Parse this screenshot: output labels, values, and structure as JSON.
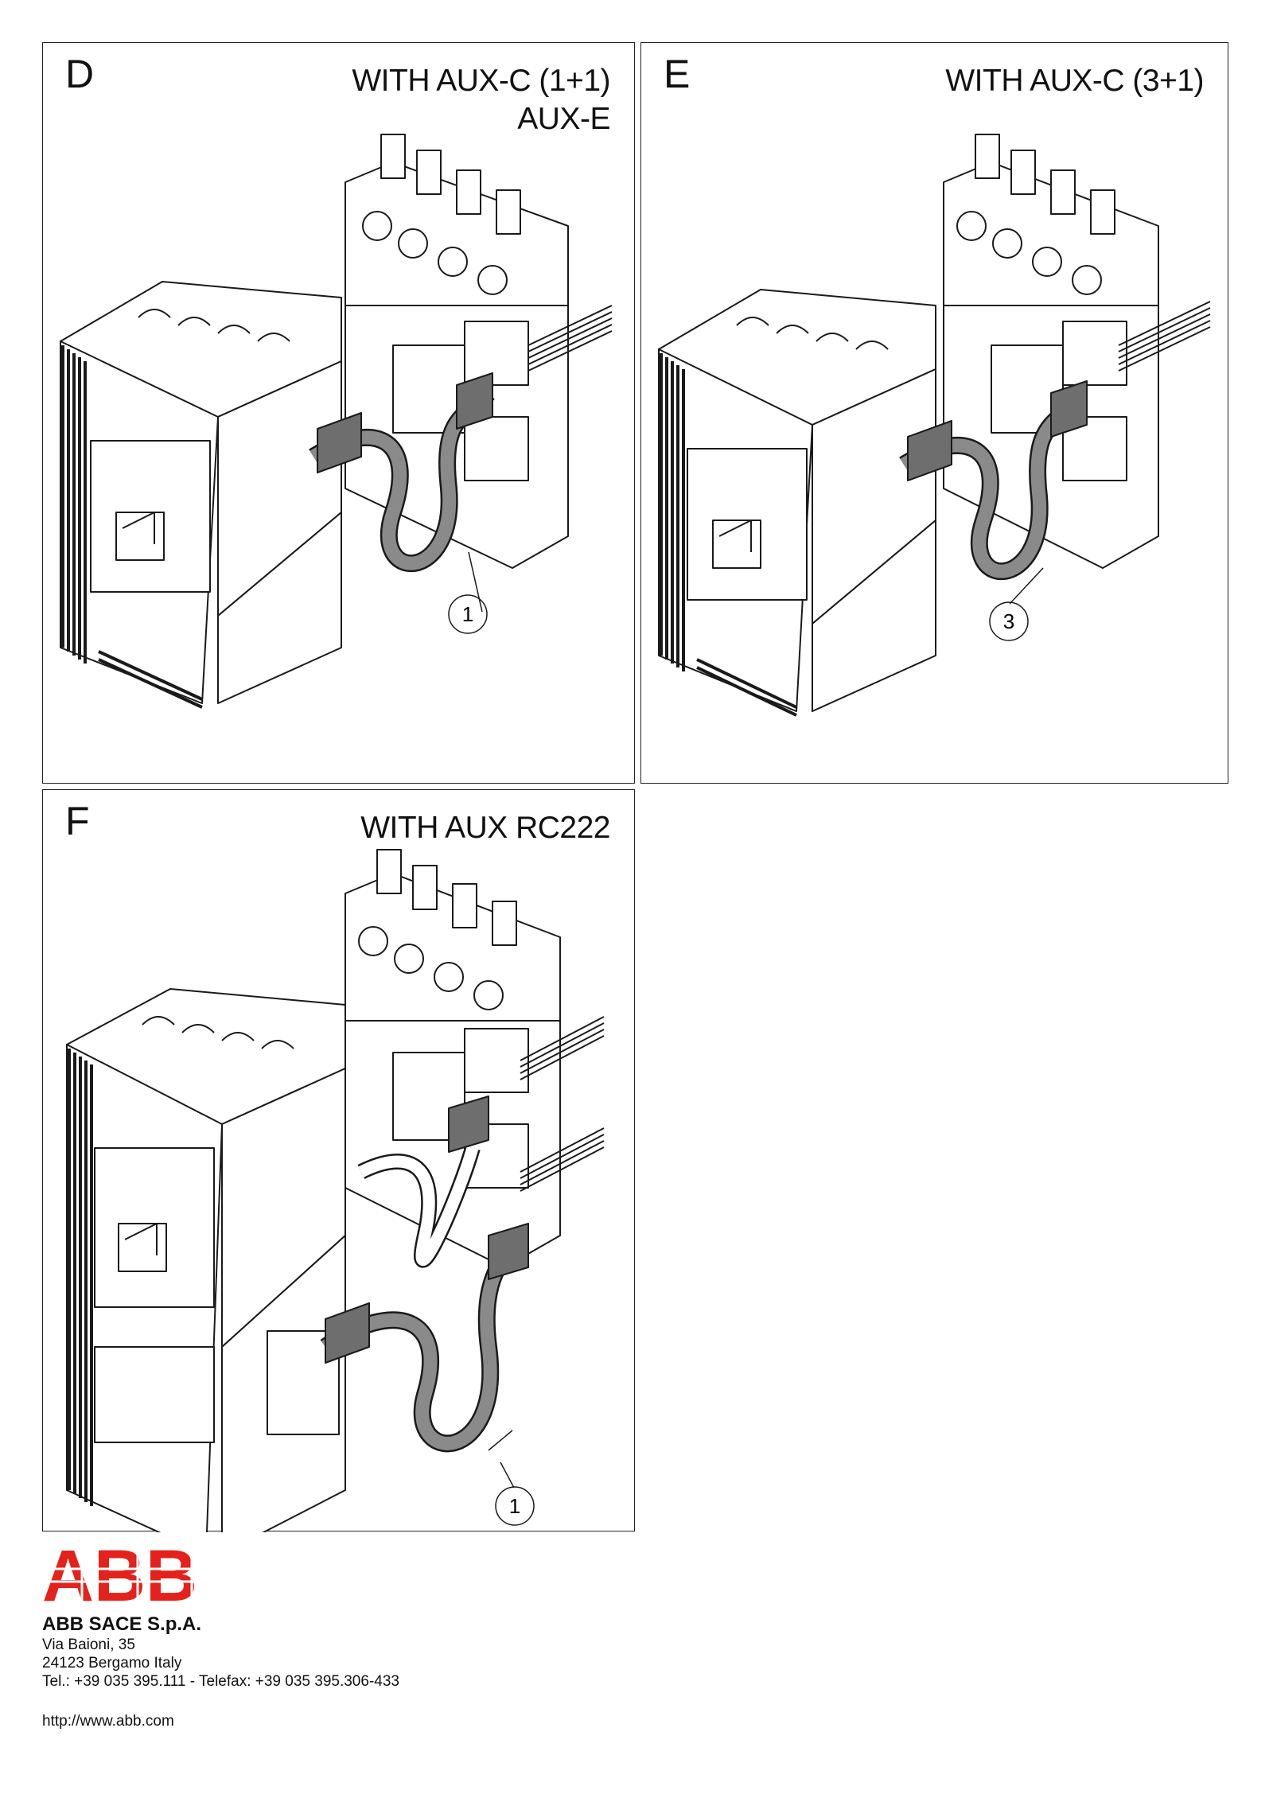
{
  "panels": {
    "d": {
      "letter": "D",
      "title_line1": "WITH AUX-C (1+1)",
      "title_line2": "AUX-E",
      "callout": "1"
    },
    "e": {
      "letter": "E",
      "title_line1": "WITH AUX-C (3+1)",
      "callout": "3"
    },
    "f": {
      "letter": "F",
      "title_line1": "WITH AUX RC222",
      "callout": "1"
    }
  },
  "footer": {
    "logo_text": "ABB",
    "company": "ABB SACE S.p.A.",
    "address_line1": "Via Baioni, 35",
    "address_line2": "24123 Bergamo Italy",
    "contact": "Tel.: +39 035 395.111 - Telefax: +39 035 395.306-433",
    "url": "http://www.abb.com"
  },
  "colors": {
    "logo_red": "#e4221b",
    "line": "#1a1a1a",
    "cable_fill": "#8a8a8a",
    "connector_fill": "#6e6e6e"
  },
  "icons": {
    "breaker": "circuit-breaker-drawing",
    "terminal_block": "terminal-block-drawing",
    "cable": "auxiliary-cable-drawing",
    "callout": "callout-circle-icon"
  }
}
